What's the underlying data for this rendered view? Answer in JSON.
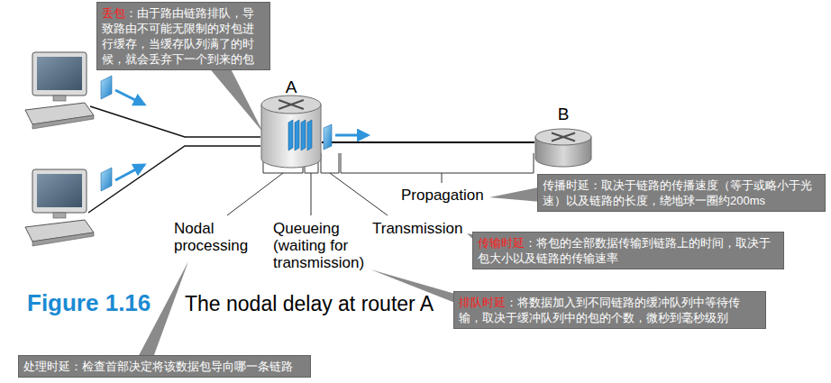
{
  "diagram": {
    "caption": "The nodal delay at router A",
    "nodes": [
      {
        "text": [
          "丢包",
          "：由于路由链路排队，导致路由不可能无限制的对包进行缓存，当缓存队列满了的时候，就会丢弃下一个到来的包"
        ]
      },
      {
        "text": [
          "A"
        ]
      },
      {
        "text": [
          "B"
        ]
      },
      {
        "text": [
          "传播时延：取决于链路的传播速度（等于或略小于光速）以及链路的长度，绕地球一圈约200ms"
        ]
      },
      {
        "text": [
          "传输时延",
          "：将包的全部数据传输到链路上的时间，取决于包大小以及链路的传输速率"
        ]
      },
      {
        "text": [
          "排队时延",
          "：将数据加入到不同链路的缓冲队列中等待传输，取决于缓冲队列中的包的个数，微秒到毫秒级别"
        ]
      },
      {
        "text": [
          "处理时延：检查首部决定将该数据包导向哪一条链路"
        ]
      }
    ],
    "edges": [
      {
        "from": 1,
        "to": 2,
        "arrow": "none"
      }
    ],
    "labels": [
      "Nodal processing",
      "Queueing (waiting for transmission)",
      "Transmission",
      "Propagation",
      "Figure 1.16"
    ]
  }
}
